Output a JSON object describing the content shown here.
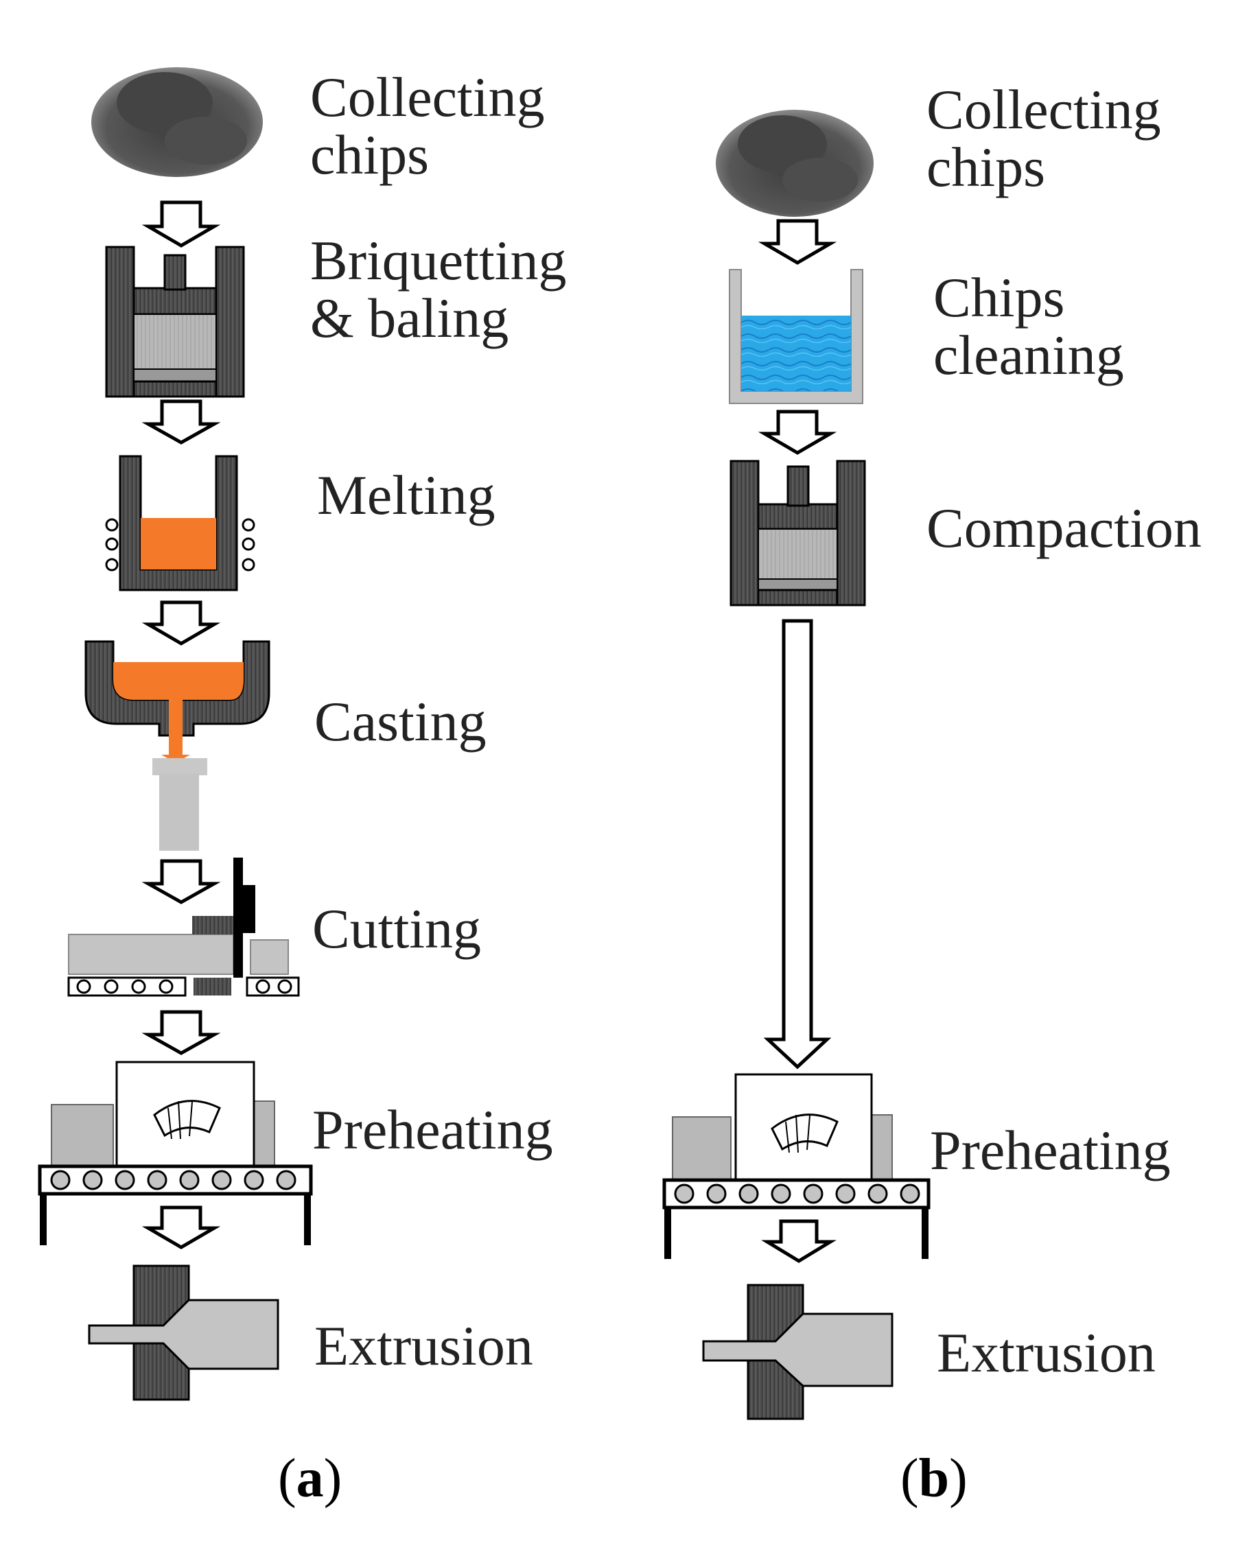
{
  "panel_a": {
    "caption_open": "(",
    "caption_letter": "a",
    "caption_close": ")",
    "steps": [
      {
        "line1": "Collecting",
        "line2": "chips",
        "icon": "chips-pile-icon"
      },
      {
        "line1": "Briquetting",
        "line2": "& baling",
        "icon": "press-icon"
      },
      {
        "line1": "Melting",
        "icon": "furnace-icon"
      },
      {
        "line1": "Casting",
        "icon": "ladle-mold-icon"
      },
      {
        "line1": "Cutting",
        "icon": "saw-conveyor-icon"
      },
      {
        "line1": "Preheating",
        "icon": "oven-conveyor-icon"
      },
      {
        "line1": "Extrusion",
        "icon": "extrusion-die-icon"
      }
    ]
  },
  "panel_b": {
    "caption_open": "(",
    "caption_letter": "b",
    "caption_close": ")",
    "steps": [
      {
        "line1": "Collecting",
        "line2": "chips",
        "icon": "chips-pile-icon"
      },
      {
        "line1": "Chips",
        "line2": "cleaning",
        "icon": "cleaning-bath-icon"
      },
      {
        "line1": "Compaction",
        "icon": "press-icon"
      },
      {
        "line1": "Preheating",
        "icon": "oven-conveyor-icon"
      },
      {
        "line1": "Extrusion",
        "icon": "extrusion-die-icon"
      }
    ]
  },
  "colors": {
    "metal_dark": "#4a4a4a",
    "metal_gray": "#b5b5b5",
    "molten": "#f47a2a",
    "water": "#2aa8e8",
    "outline": "#000000"
  }
}
